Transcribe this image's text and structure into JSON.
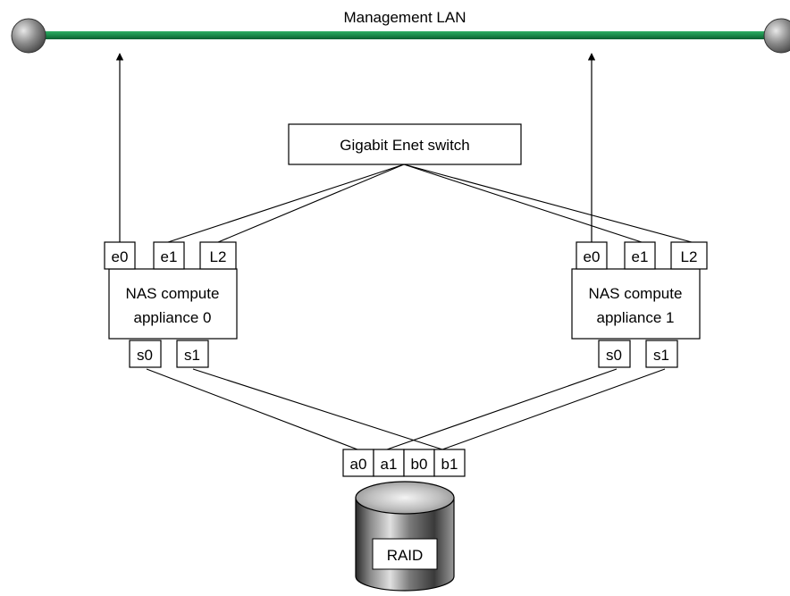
{
  "diagram": {
    "lan": {
      "label": "Management LAN",
      "line_color": "#1a8a4a"
    },
    "switch": {
      "label": "Gigabit Enet switch"
    },
    "appliance0": {
      "line1": "NAS compute",
      "line2": "appliance 0",
      "ports": {
        "e0": "e0",
        "e1": "e1",
        "l2": "L2",
        "s0": "s0",
        "s1": "s1"
      }
    },
    "appliance1": {
      "line1": "NAS compute",
      "line2": "appliance 1",
      "ports": {
        "e0": "e0",
        "e1": "e1",
        "l2": "L2",
        "s0": "s0",
        "s1": "s1"
      }
    },
    "raid": {
      "label": "RAID",
      "ports": {
        "a0": "a0",
        "a1": "a1",
        "b0": "b0",
        "b1": "b1"
      }
    }
  }
}
